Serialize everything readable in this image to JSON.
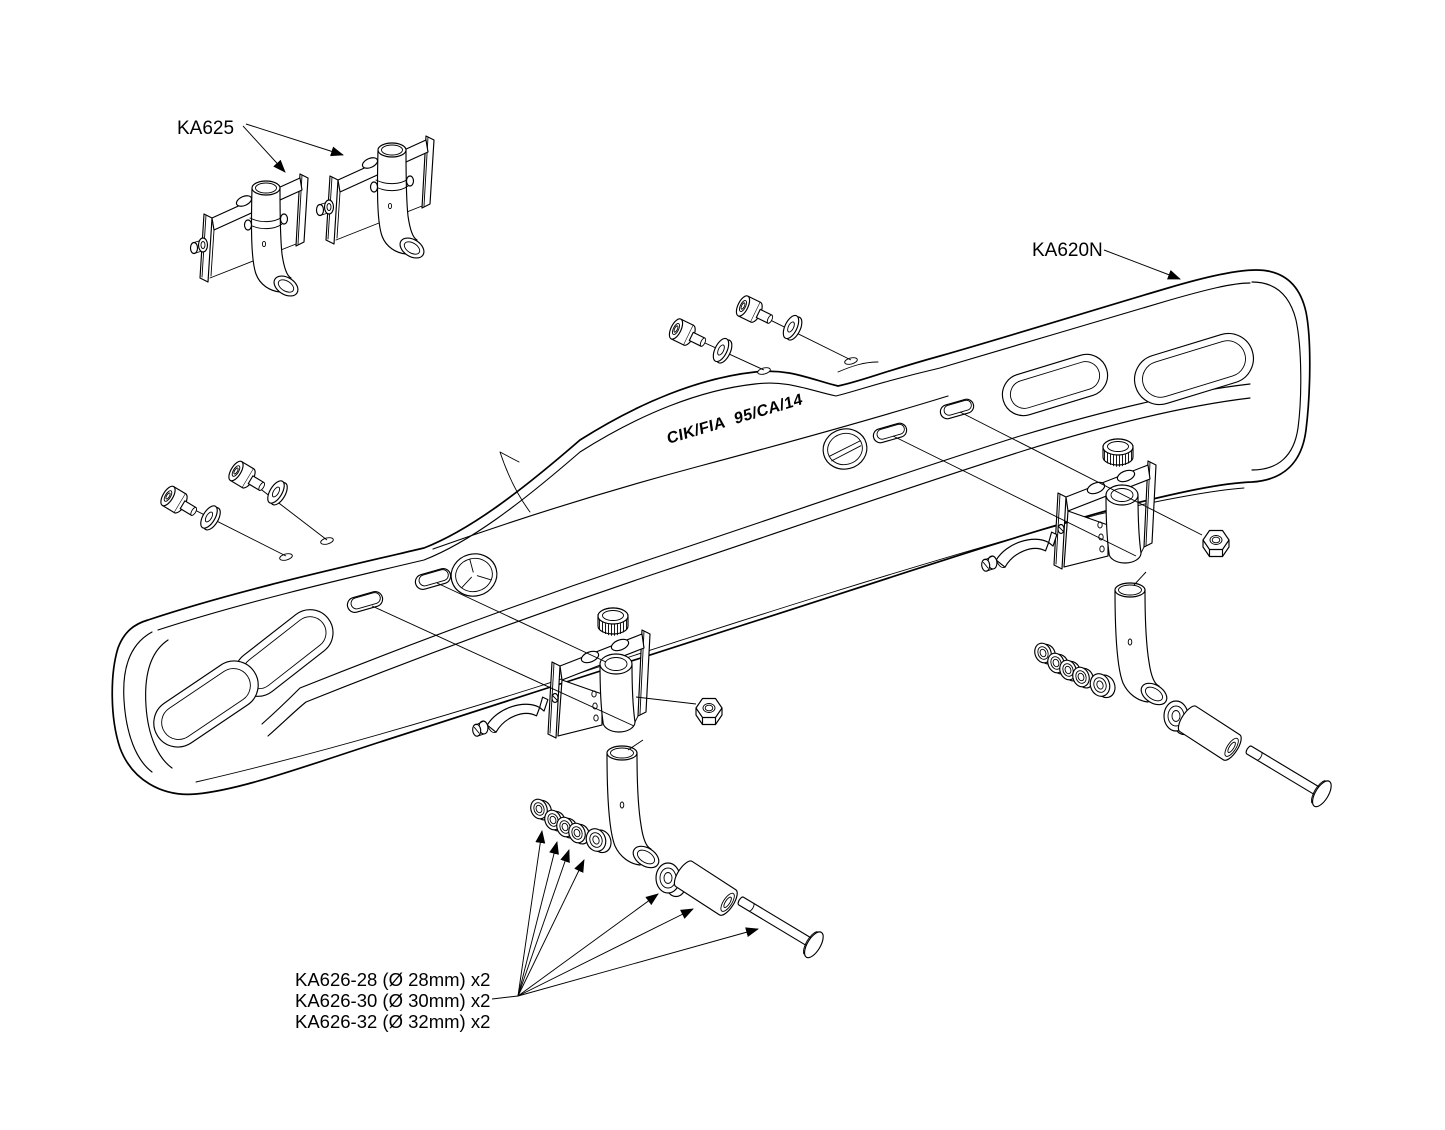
{
  "canvas": {
    "background": "#ffffff",
    "line_color": "#000000"
  },
  "labels": {
    "clamp_kit": "KA625",
    "bumper": "KA620N",
    "homologation_stamp": "CIK/FIA  95/CA/14",
    "bushing_kit_lines": [
      "KA626-28 (Ø 28mm) x2",
      "KA626-30 (Ø 30mm) x2",
      "KA626-32 (Ø 32mm) x2"
    ]
  }
}
